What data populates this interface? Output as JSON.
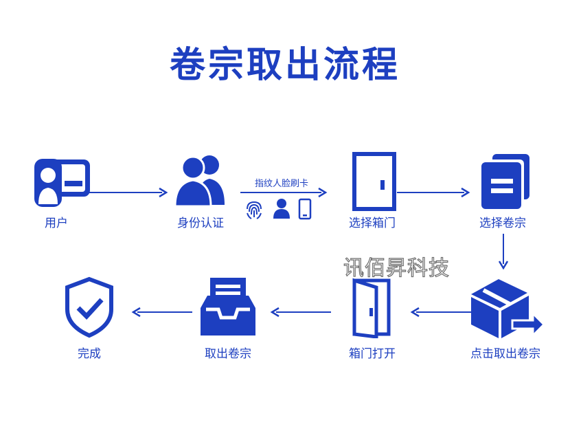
{
  "title": "卷宗取出流程",
  "steps": [
    {
      "label": "用户",
      "icon": "user-card-icon"
    },
    {
      "label": "身份认证",
      "icon": "people-icon"
    },
    {
      "label": "选择箱门",
      "icon": "door-closed-icon"
    },
    {
      "label": "选择卷宗",
      "icon": "documents-icon"
    },
    {
      "label": "点击取出卷宗",
      "icon": "box-export-icon"
    },
    {
      "label": "箱门打开",
      "icon": "door-open-icon"
    },
    {
      "label": "取出卷宗",
      "icon": "tray-icon"
    },
    {
      "label": "完成",
      "icon": "shield-check-icon"
    }
  ],
  "auth_methods": {
    "label": "指纹人脸刷卡",
    "icons": [
      "fingerprint-icon",
      "person-icon",
      "card-icon"
    ]
  },
  "watermark": "讯佰昇科技",
  "colors": {
    "primary": "#1d3fc0",
    "arrow": "#1d3fc0"
  }
}
